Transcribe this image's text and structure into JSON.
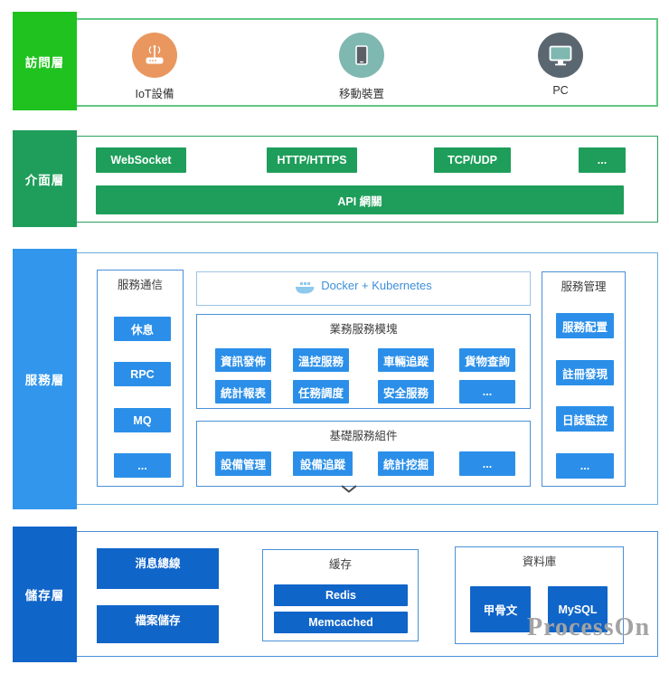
{
  "watermark": "ProcessOn",
  "layers": {
    "access": {
      "label": "訪問層",
      "devices": [
        {
          "label": "IoT設備",
          "icon": "router-icon"
        },
        {
          "label": "移動裝置",
          "icon": "tablet-icon"
        },
        {
          "label": "PC",
          "icon": "monitor-icon"
        }
      ]
    },
    "interface": {
      "label": "介面層",
      "protocols": [
        "WebSocket",
        "HTTP/HTTPS",
        "TCP/UDP",
        "..."
      ],
      "gateway": "API 網關"
    },
    "service": {
      "label": "服務層",
      "communication": {
        "title": "服務通信",
        "items": [
          "休息",
          "RPC",
          "MQ",
          "..."
        ]
      },
      "container_platform": {
        "title": "Docker + Kubernetes",
        "icon": "docker-whale-icon"
      },
      "business": {
        "title": "業務服務模塊",
        "items": [
          "資訊發佈",
          "溫控服務",
          "車輛追蹤",
          "貨物查詢",
          "統計報表",
          "任務調度",
          "安全服務",
          "..."
        ]
      },
      "base": {
        "title": "基礎服務組件",
        "items": [
          "設備管理",
          "設備追蹤",
          "統計挖掘",
          "..."
        ]
      },
      "management": {
        "title": "服務管理",
        "items": [
          "服務配置",
          "註冊發現",
          "日誌監控",
          "..."
        ]
      }
    },
    "storage": {
      "label": "儲存層",
      "blocks": [
        "消息總線",
        "檔案儲存"
      ],
      "cache": {
        "title": "緩存",
        "items": [
          "Redis",
          "Memcached"
        ]
      },
      "database": {
        "title": "資料庫",
        "items": [
          "甲骨文",
          "MySQL"
        ]
      }
    }
  },
  "colors": {
    "access_label_green": "#1fc21e",
    "interface_green": "#1e9e5a",
    "service_blue": "#3196ec",
    "service_button_blue": "#2b8fe9",
    "storage_blue": "#1065c9",
    "iot_orange": "#e9975f",
    "mobile_teal": "#7fb8b1",
    "pc_gray": "#5b6770",
    "docker_text_blue": "#3f8fd9",
    "watermark_gray": "#a3a3a3"
  }
}
